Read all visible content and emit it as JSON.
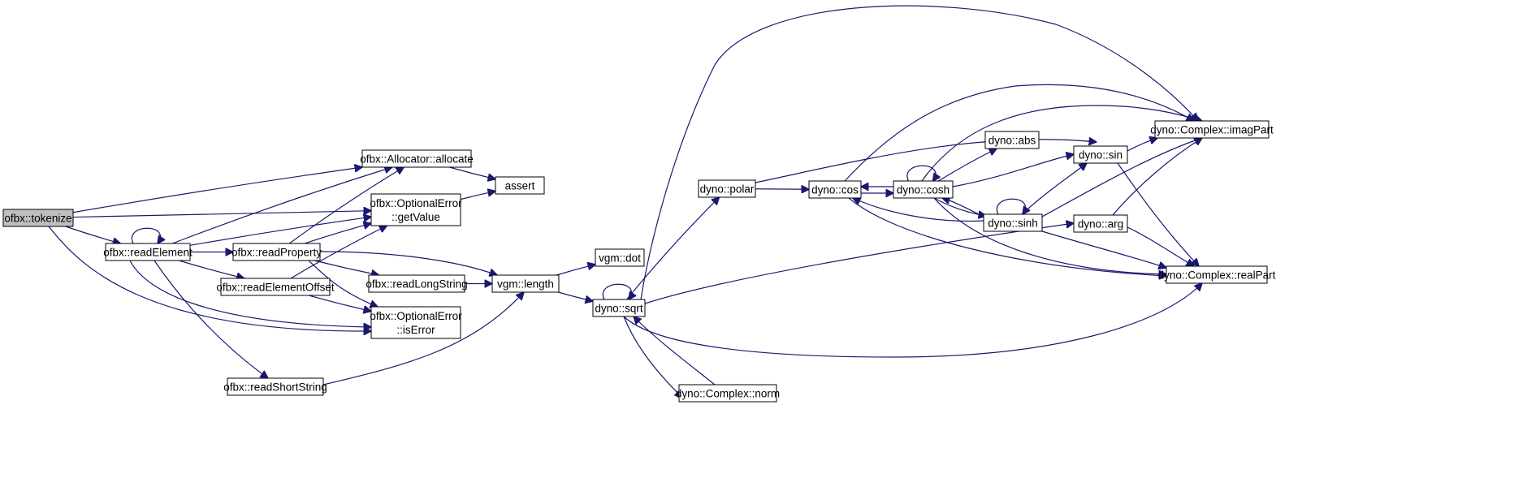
{
  "colors": {
    "edge": "#191970",
    "root_fill": "#bfbfbf",
    "node_fill": "#ffffff",
    "border": "#000000"
  },
  "nodes": [
    {
      "id": "tokenize",
      "lines": [
        "ofbx::tokenize"
      ],
      "root": true
    },
    {
      "id": "allocate",
      "lines": [
        "ofbx::Allocator::allocate"
      ]
    },
    {
      "id": "assert",
      "lines": [
        "assert"
      ]
    },
    {
      "id": "getValue",
      "lines": [
        "ofbx::OptionalError",
        "::getValue"
      ]
    },
    {
      "id": "readElement",
      "lines": [
        "ofbx::readElement"
      ]
    },
    {
      "id": "readProperty",
      "lines": [
        "ofbx::readProperty"
      ]
    },
    {
      "id": "readElementOffset",
      "lines": [
        "ofbx::readElementOffset"
      ]
    },
    {
      "id": "isError",
      "lines": [
        "ofbx::OptionalError",
        "::isError"
      ]
    },
    {
      "id": "readShortString",
      "lines": [
        "ofbx::readShortString"
      ]
    },
    {
      "id": "readLongString",
      "lines": [
        "ofbx::readLongString"
      ]
    },
    {
      "id": "length",
      "lines": [
        "vgm::length"
      ]
    },
    {
      "id": "dot",
      "lines": [
        "vgm::dot"
      ]
    },
    {
      "id": "sqrt",
      "lines": [
        "dyno::sqrt"
      ]
    },
    {
      "id": "norm",
      "lines": [
        "dyno::Complex::norm"
      ]
    },
    {
      "id": "polar",
      "lines": [
        "dyno::polar"
      ]
    },
    {
      "id": "cos",
      "lines": [
        "dyno::cos"
      ]
    },
    {
      "id": "cosh",
      "lines": [
        "dyno::cosh"
      ]
    },
    {
      "id": "abs",
      "lines": [
        "dyno::abs"
      ]
    },
    {
      "id": "sinh",
      "lines": [
        "dyno::sinh"
      ]
    },
    {
      "id": "sin",
      "lines": [
        "dyno::sin"
      ]
    },
    {
      "id": "arg",
      "lines": [
        "dyno::arg"
      ]
    },
    {
      "id": "imagPart",
      "lines": [
        "dyno::Complex::imagPart"
      ]
    },
    {
      "id": "realPart",
      "lines": [
        "dyno::Complex::realPart"
      ]
    }
  ],
  "edges": [
    [
      "tokenize",
      "allocate"
    ],
    [
      "tokenize",
      "getValue"
    ],
    [
      "tokenize",
      "readElement"
    ],
    [
      "tokenize",
      "isError"
    ],
    [
      "allocate",
      "assert"
    ],
    [
      "getValue",
      "assert"
    ],
    [
      "readElement",
      "readElement"
    ],
    [
      "readElement",
      "allocate"
    ],
    [
      "readElement",
      "getValue"
    ],
    [
      "readElement",
      "readProperty"
    ],
    [
      "readElement",
      "readElementOffset"
    ],
    [
      "readElement",
      "isError"
    ],
    [
      "readElement",
      "readShortString"
    ],
    [
      "readProperty",
      "allocate"
    ],
    [
      "readProperty",
      "getValue"
    ],
    [
      "readProperty",
      "isError"
    ],
    [
      "readProperty",
      "readLongString"
    ],
    [
      "readProperty",
      "length"
    ],
    [
      "readElementOffset",
      "getValue"
    ],
    [
      "readElementOffset",
      "isError"
    ],
    [
      "readLongString",
      "length"
    ],
    [
      "readShortString",
      "length"
    ],
    [
      "length",
      "dot"
    ],
    [
      "length",
      "sqrt"
    ],
    [
      "sqrt",
      "sqrt"
    ],
    [
      "sqrt",
      "polar"
    ],
    [
      "sqrt",
      "imagPart"
    ],
    [
      "sqrt",
      "arg"
    ],
    [
      "sqrt",
      "realPart"
    ],
    [
      "sqrt",
      "norm"
    ],
    [
      "norm",
      "sqrt"
    ],
    [
      "polar",
      "cos"
    ],
    [
      "polar",
      "sin"
    ],
    [
      "cos",
      "cosh"
    ],
    [
      "cos",
      "imagPart"
    ],
    [
      "cos",
      "realPart"
    ],
    [
      "cosh",
      "cos"
    ],
    [
      "cosh",
      "cosh"
    ],
    [
      "cosh",
      "abs"
    ],
    [
      "cosh",
      "sin"
    ],
    [
      "cosh",
      "sinh"
    ],
    [
      "cosh",
      "imagPart"
    ],
    [
      "cosh",
      "realPart"
    ],
    [
      "sinh",
      "cos"
    ],
    [
      "sinh",
      "cosh"
    ],
    [
      "sinh",
      "sinh"
    ],
    [
      "sinh",
      "sin"
    ],
    [
      "sinh",
      "imagPart"
    ],
    [
      "sinh",
      "realPart"
    ],
    [
      "sin",
      "imagPart"
    ],
    [
      "sin",
      "realPart"
    ],
    [
      "arg",
      "imagPart"
    ],
    [
      "arg",
      "realPart"
    ]
  ]
}
